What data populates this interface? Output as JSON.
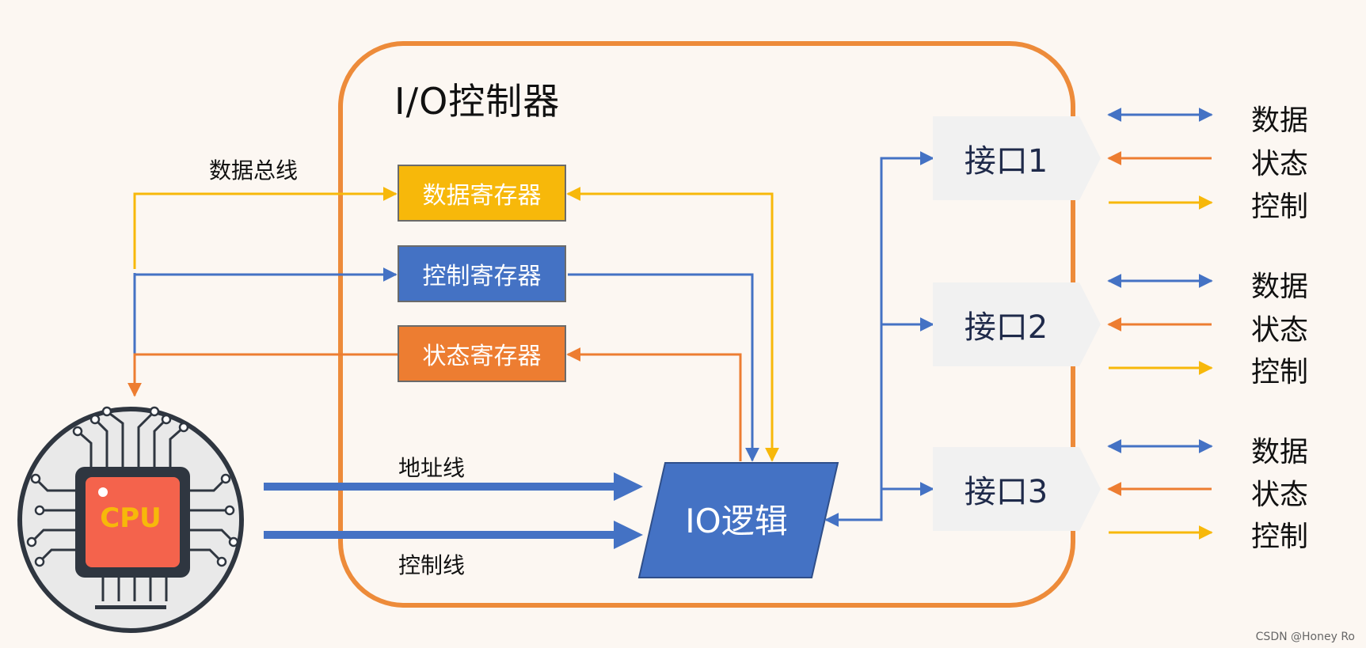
{
  "controller": {
    "title": "I/O控制器"
  },
  "bus_labels": {
    "data_bus": "数据总线",
    "address_line": "地址线",
    "control_line": "控制线"
  },
  "registers": {
    "data": "数据寄存器",
    "control": "控制寄存器",
    "status": "状态寄存器"
  },
  "logic": {
    "label": "IO逻辑"
  },
  "cpu": {
    "label": "CPU"
  },
  "interfaces": [
    {
      "label": "接口1",
      "signals": [
        "数据",
        "状态",
        "控制"
      ]
    },
    {
      "label": "接口2",
      "signals": [
        "数据",
        "状态",
        "控制"
      ]
    },
    {
      "label": "接口3",
      "signals": [
        "数据",
        "状态",
        "控制"
      ]
    }
  ],
  "watermark": "CSDN @Honey Ro",
  "colors": {
    "controller_border": "#ed8b3a",
    "data": "#f7b80a",
    "control": "#4472c4",
    "status": "#ed7d31"
  }
}
